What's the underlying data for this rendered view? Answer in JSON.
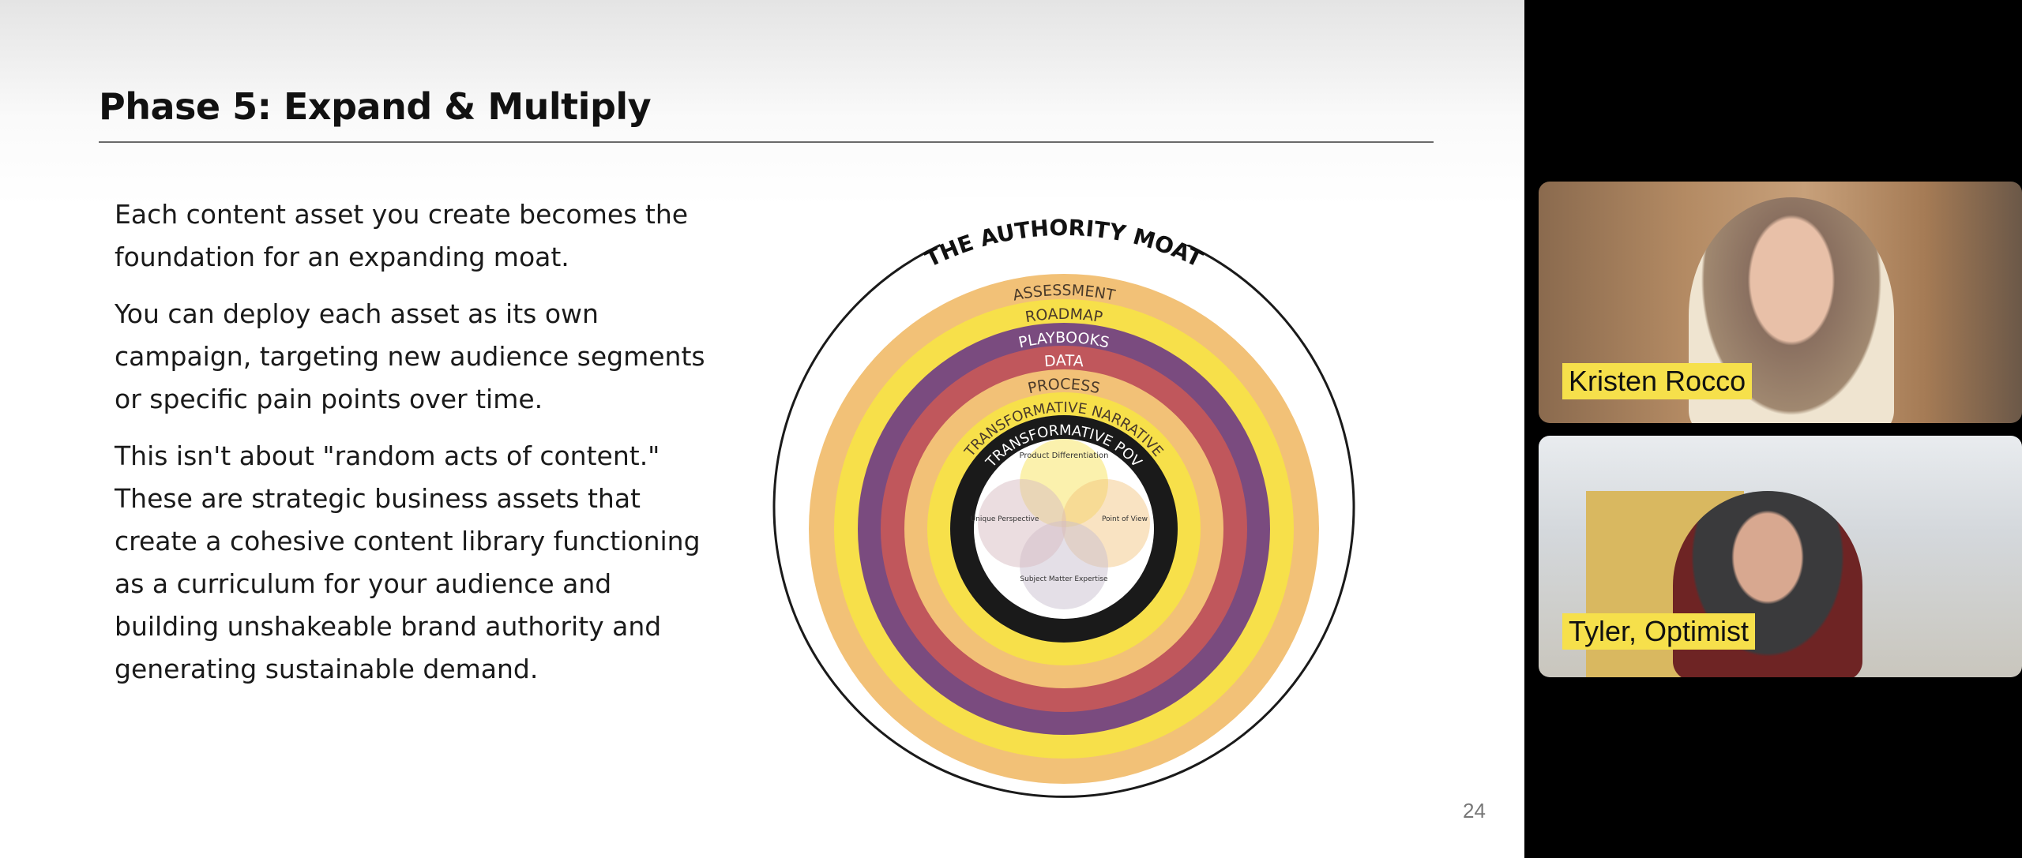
{
  "slide": {
    "title": "Phase 5: Expand & Multiply",
    "paragraphs": [
      "Each content asset you create becomes the foundation for an expanding moat.",
      "You can deploy each asset as its own campaign, targeting new audience segments or specific pain points over time.",
      "This isn't about \"random acts of content.\" These are strategic business assets that create a cohesive content library functioning as a curriculum for your audience and building unshakeable brand authority and generating sustainable demand."
    ],
    "page_number": "24"
  },
  "diagram": {
    "title": "THE AUTHORITY MOAT",
    "rings": [
      {
        "label": "ASSESSMENT",
        "color": "#f2c177"
      },
      {
        "label": "ROADMAP",
        "color": "#f7e04a"
      },
      {
        "label": "PLAYBOOKS",
        "color": "#7a4b7f"
      },
      {
        "label": "DATA",
        "color": "#c0575c"
      },
      {
        "label": "PROCESS",
        "color": "#f2c177"
      },
      {
        "label": "TRANSFORMATIVE NARRATIVE",
        "color": "#f7e04a"
      },
      {
        "label": "TRANSFORMATIVE POV",
        "color": "#1a1a1a"
      }
    ],
    "venn": [
      "Product Differentiation",
      "Point of View",
      "Subject Matter Expertise",
      "Unique Perspective"
    ]
  },
  "participants": [
    {
      "name": "Kristen Rocco"
    },
    {
      "name": "Tyler, Optimist"
    }
  ]
}
